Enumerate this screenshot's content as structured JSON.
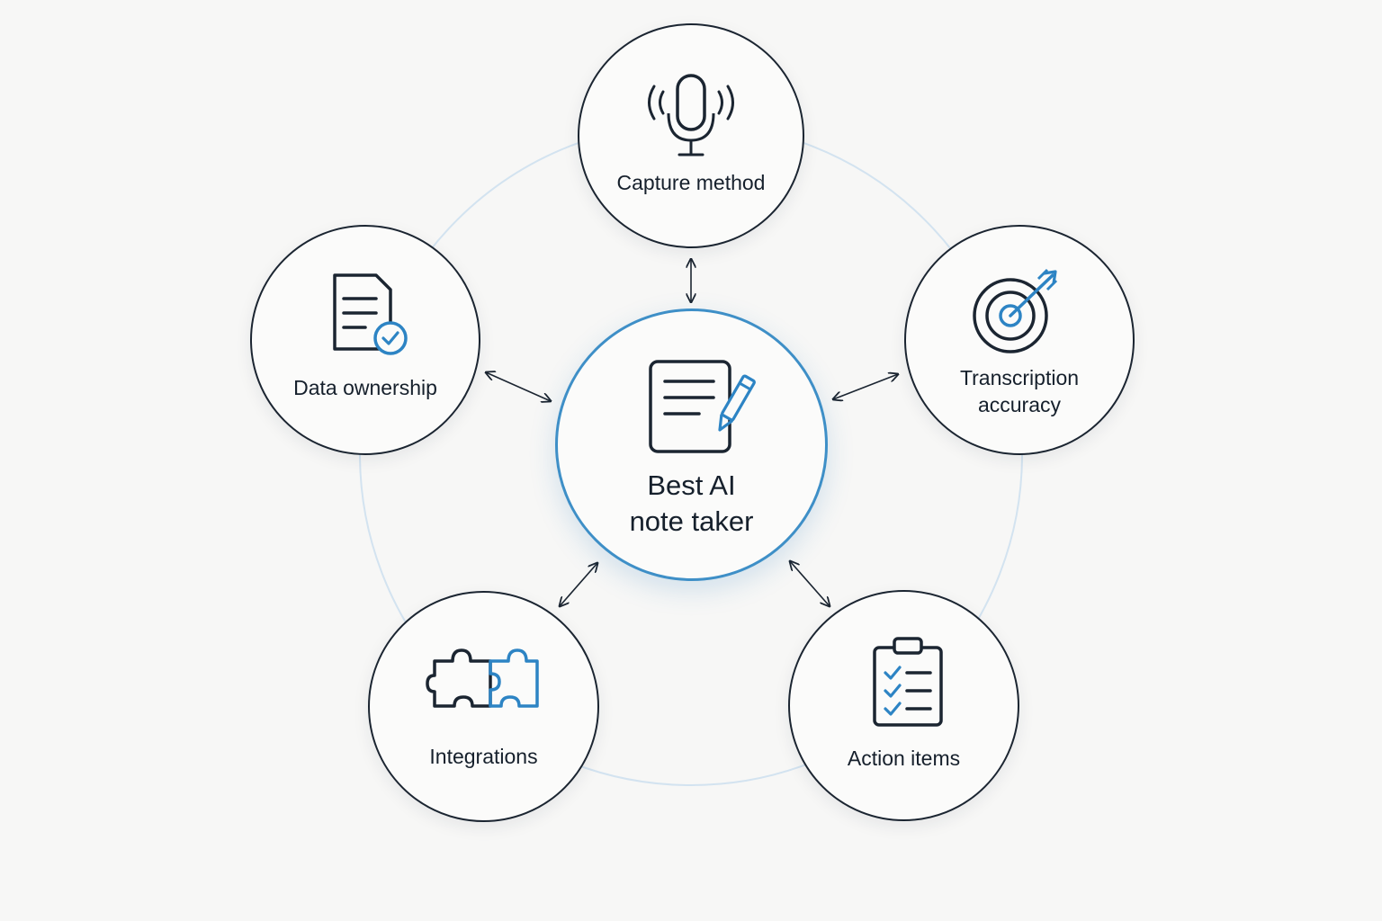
{
  "diagram": {
    "center": {
      "title_line1": "Best AI",
      "title_line2": "note taker",
      "icon": "notepad-pen-icon"
    },
    "nodes": {
      "capture": {
        "label": "Capture method",
        "icon": "microphone-icon"
      },
      "transcription": {
        "label_line1": "Transcription",
        "label_line2": "accuracy",
        "icon": "target-arrow-icon"
      },
      "action": {
        "label": "Action items",
        "icon": "checklist-clipboard-icon"
      },
      "integrations": {
        "label": "Integrations",
        "icon": "puzzle-pieces-icon"
      },
      "ownership": {
        "label": "Data ownership",
        "icon": "document-check-icon"
      }
    }
  },
  "colors": {
    "ink": "#1b2531",
    "accent": "#2d84c4",
    "ring": "#d3e3f0",
    "background": "#f7f7f6"
  }
}
